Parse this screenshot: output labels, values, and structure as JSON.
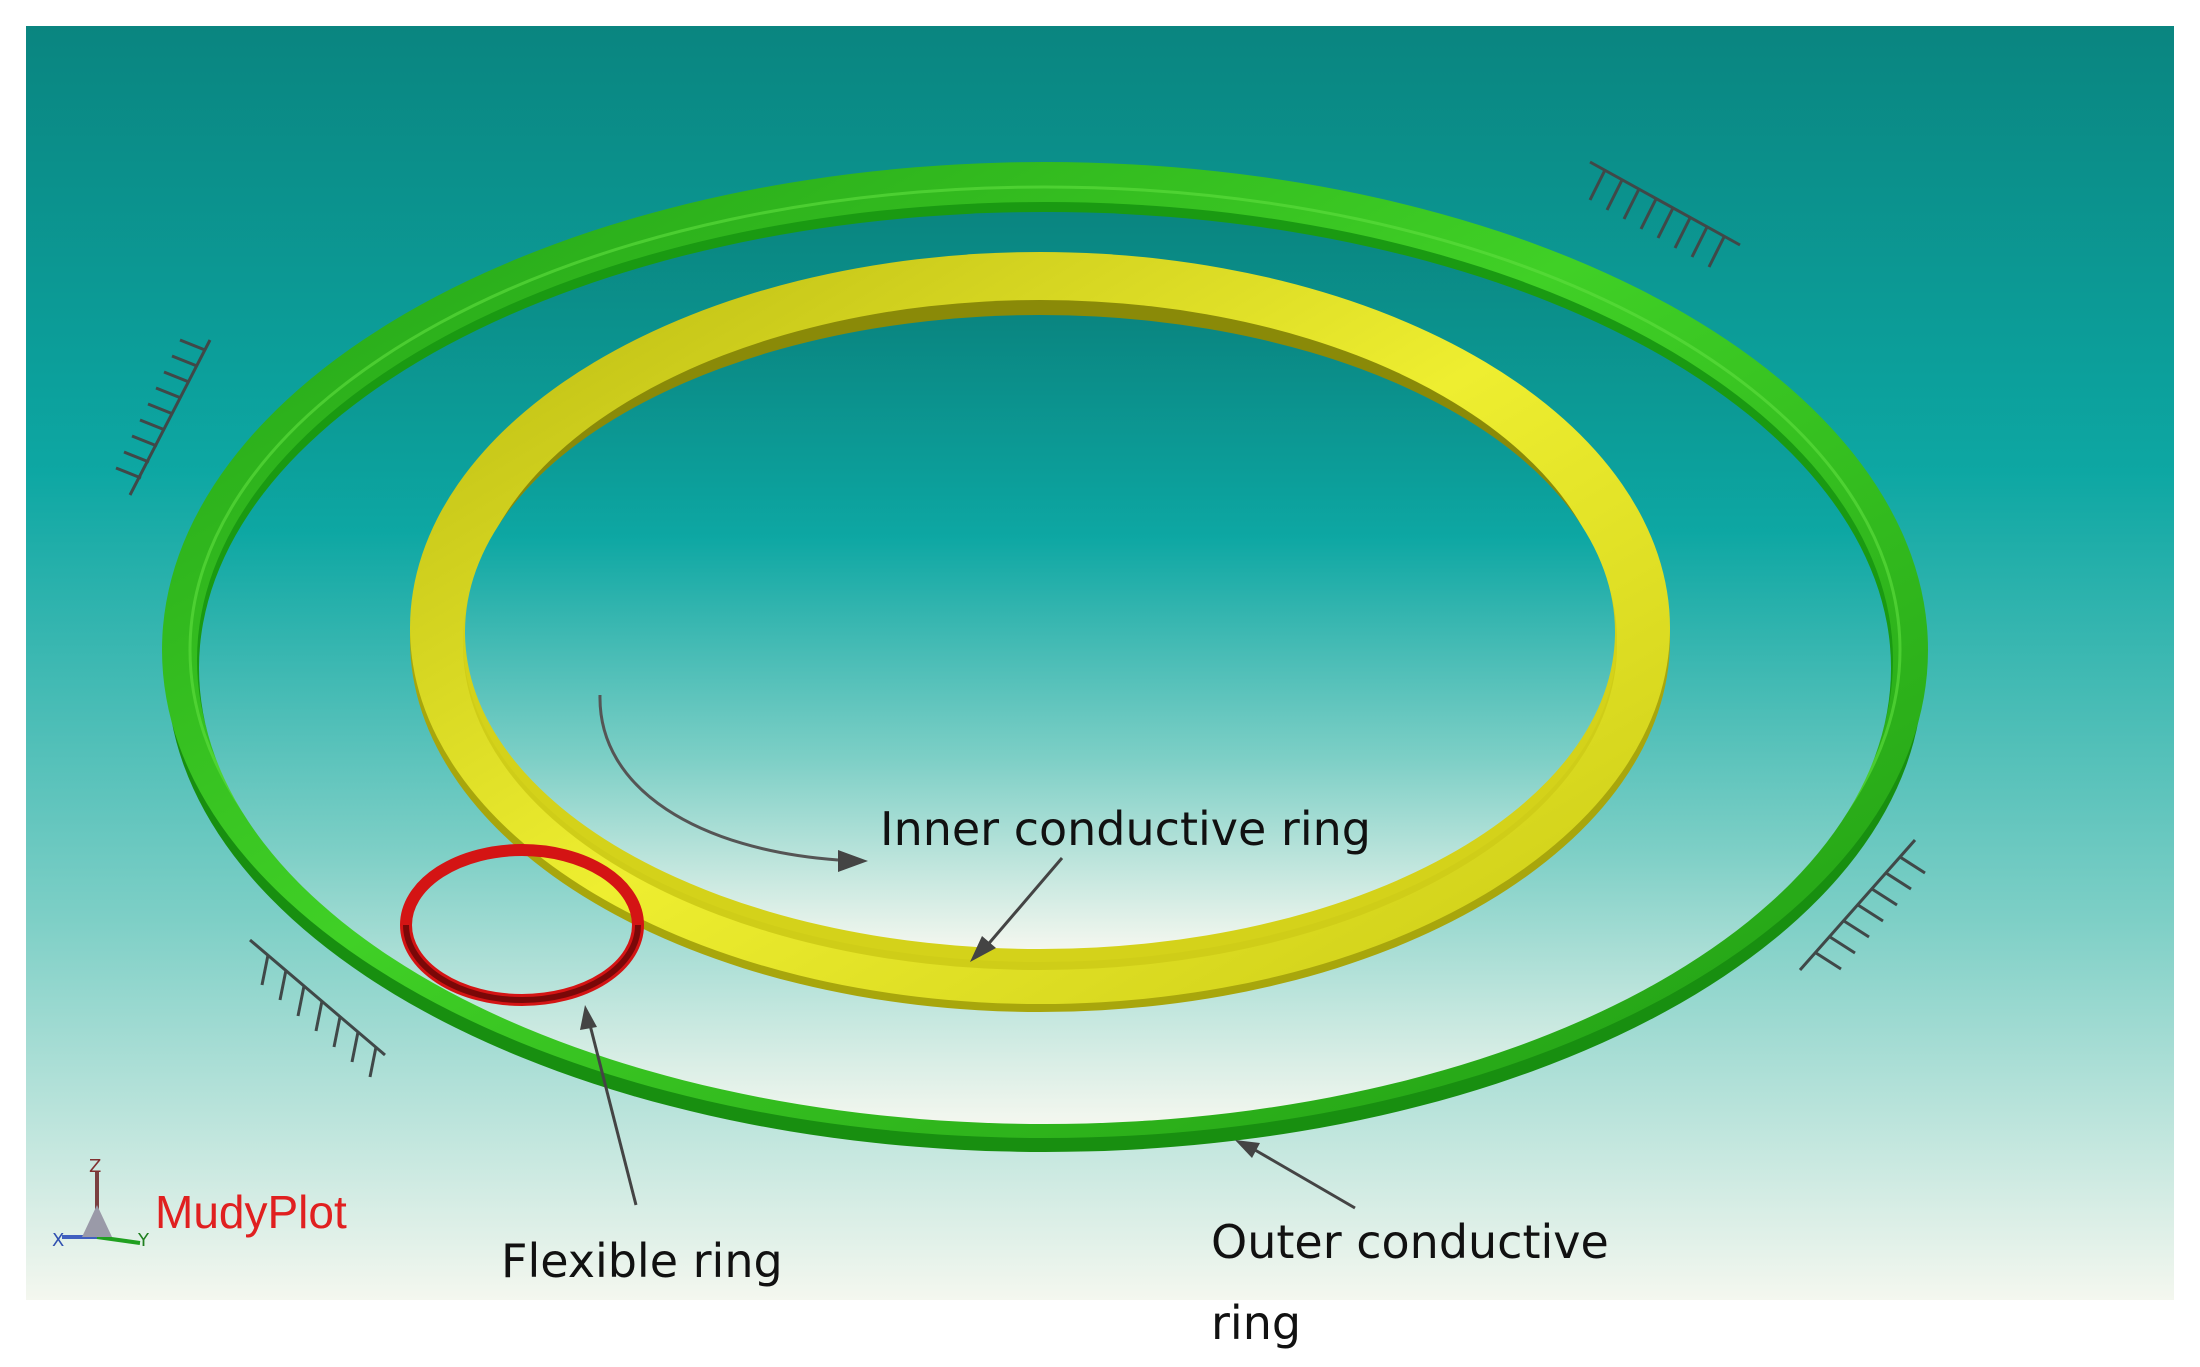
{
  "diagram": {
    "labels": {
      "inner_ring": "Inner conductive ring",
      "flexible_ring": "Flexible ring",
      "outer_ring_line1": "Outer conductive",
      "outer_ring_line2": "ring"
    },
    "branding": {
      "logo_text": "MudyPlot",
      "axis_letters": [
        "Z",
        "X",
        "Y"
      ]
    },
    "colors": {
      "background_top": "#0a8580",
      "background_mid": "#0fa9a6",
      "background_bottom": "#f2f6ee",
      "outer_ring": "#2fc01a",
      "inner_ring": "#d8d418",
      "flexible_ring": "#c01010",
      "brand": "#e02020"
    }
  }
}
